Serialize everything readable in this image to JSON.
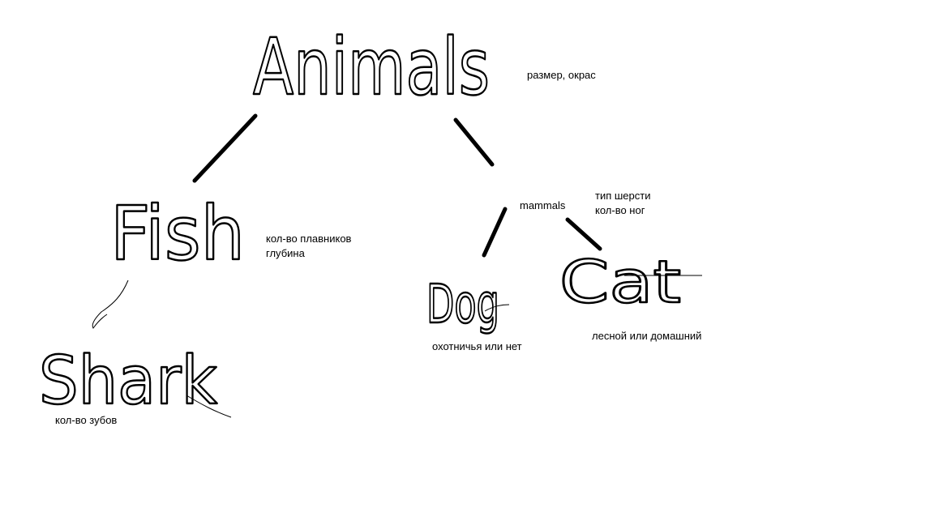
{
  "nodes": {
    "animals": {
      "label": "Animals",
      "note": "размер, окрас"
    },
    "fish": {
      "label": "Fish",
      "note_line1": "кол-во плавников",
      "note_line2": "глубина"
    },
    "mammals": {
      "label": "mammals",
      "note_line1": "тип шерсти",
      "note_line2": "кол-во ног"
    },
    "shark": {
      "label": "Shark",
      "note": "кол-во зубов"
    },
    "dog": {
      "label": "Dog",
      "note": "охотничья или нет"
    },
    "cat": {
      "label": "Cat",
      "note": "лесной или домашний"
    }
  }
}
